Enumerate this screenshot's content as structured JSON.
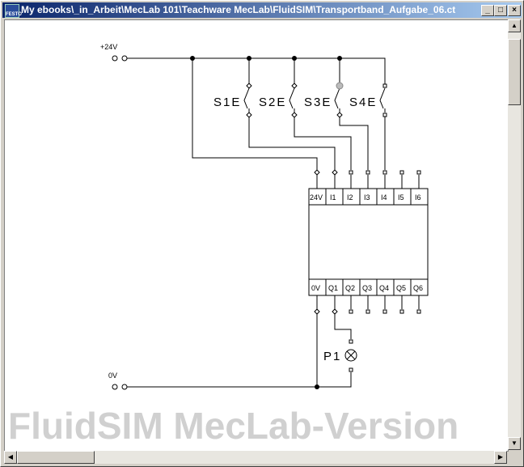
{
  "window": {
    "title": "My ebooks\\_in_Arbeit\\MecLab 101\\Teachware MecLab\\FluidSIM\\Transportband_Aufgabe_06.ct",
    "icon_text": "FESTO",
    "minimize": "_",
    "maximize": "□",
    "close": "×"
  },
  "circuit": {
    "supply_plus": "+24V",
    "supply_minus": "0V",
    "switches": [
      "S1E",
      "S2E",
      "S3E",
      "S4E"
    ],
    "plc_inputs": [
      "24V",
      "I1",
      "I2",
      "I3",
      "I4",
      "I5",
      "I6"
    ],
    "plc_outputs": [
      "0V",
      "Q1",
      "Q2",
      "Q3",
      "Q4",
      "Q5",
      "Q6"
    ],
    "lamp": "P1"
  },
  "watermark": "FluidSIM MecLab-Version",
  "scroll": {
    "up": "▲",
    "down": "▼",
    "left": "◀",
    "right": "▶"
  }
}
